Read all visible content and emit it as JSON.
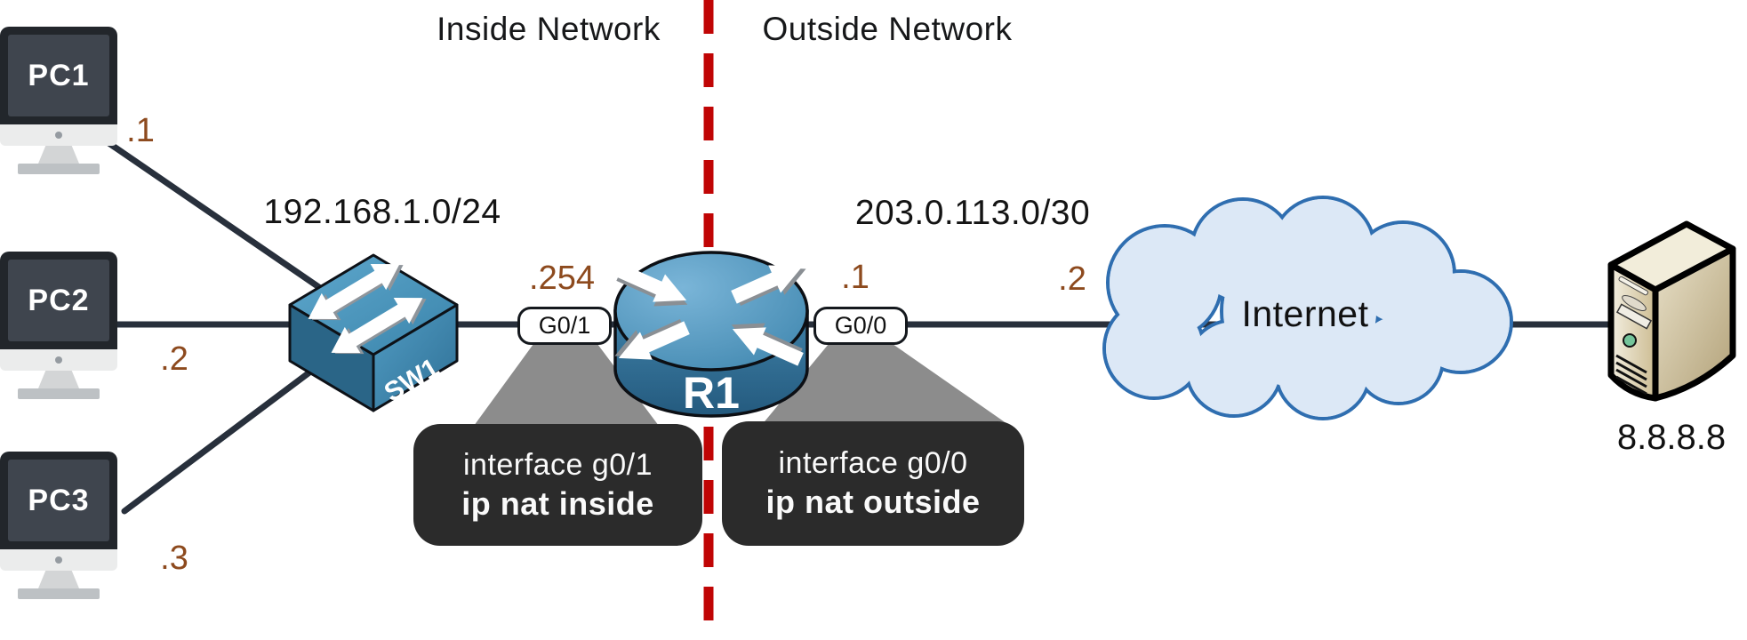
{
  "zones": {
    "inside": "Inside Network",
    "outside": "Outside Network"
  },
  "subnets": {
    "inside": "192.168.1.0/24",
    "outside": "203.0.113.0/30"
  },
  "pcs": [
    {
      "name": "PC1",
      "ip_suffix": ".1"
    },
    {
      "name": "PC2",
      "ip_suffix": ".2"
    },
    {
      "name": "PC3",
      "ip_suffix": ".3"
    }
  ],
  "switch": {
    "name": "SW1"
  },
  "router": {
    "name": "R1",
    "inside_interface": {
      "label": "G0/1",
      "ip_suffix": ".254"
    },
    "outside_interface": {
      "label": "G0/0",
      "ip_suffix": ".1"
    }
  },
  "cloud": {
    "label": "Internet",
    "ip_suffix": ".2"
  },
  "server": {
    "ip": "8.8.8.8"
  },
  "callouts": {
    "inside": {
      "line1": "interface g0/1",
      "line2": "ip nat inside"
    },
    "outside": {
      "line1": "interface g0/0",
      "line2": "ip nat outside"
    }
  },
  "colors": {
    "divider_red": "#c00505",
    "ip_label_brown": "#8d4a1e",
    "callout_bg": "#2b2b2b",
    "link_dark": "#28303c",
    "cloud_fill": "#dce8f6",
    "cloud_stroke": "#2f6eb0",
    "switch_blue": "#4a93bc",
    "router_blue": "#3f81a8"
  }
}
